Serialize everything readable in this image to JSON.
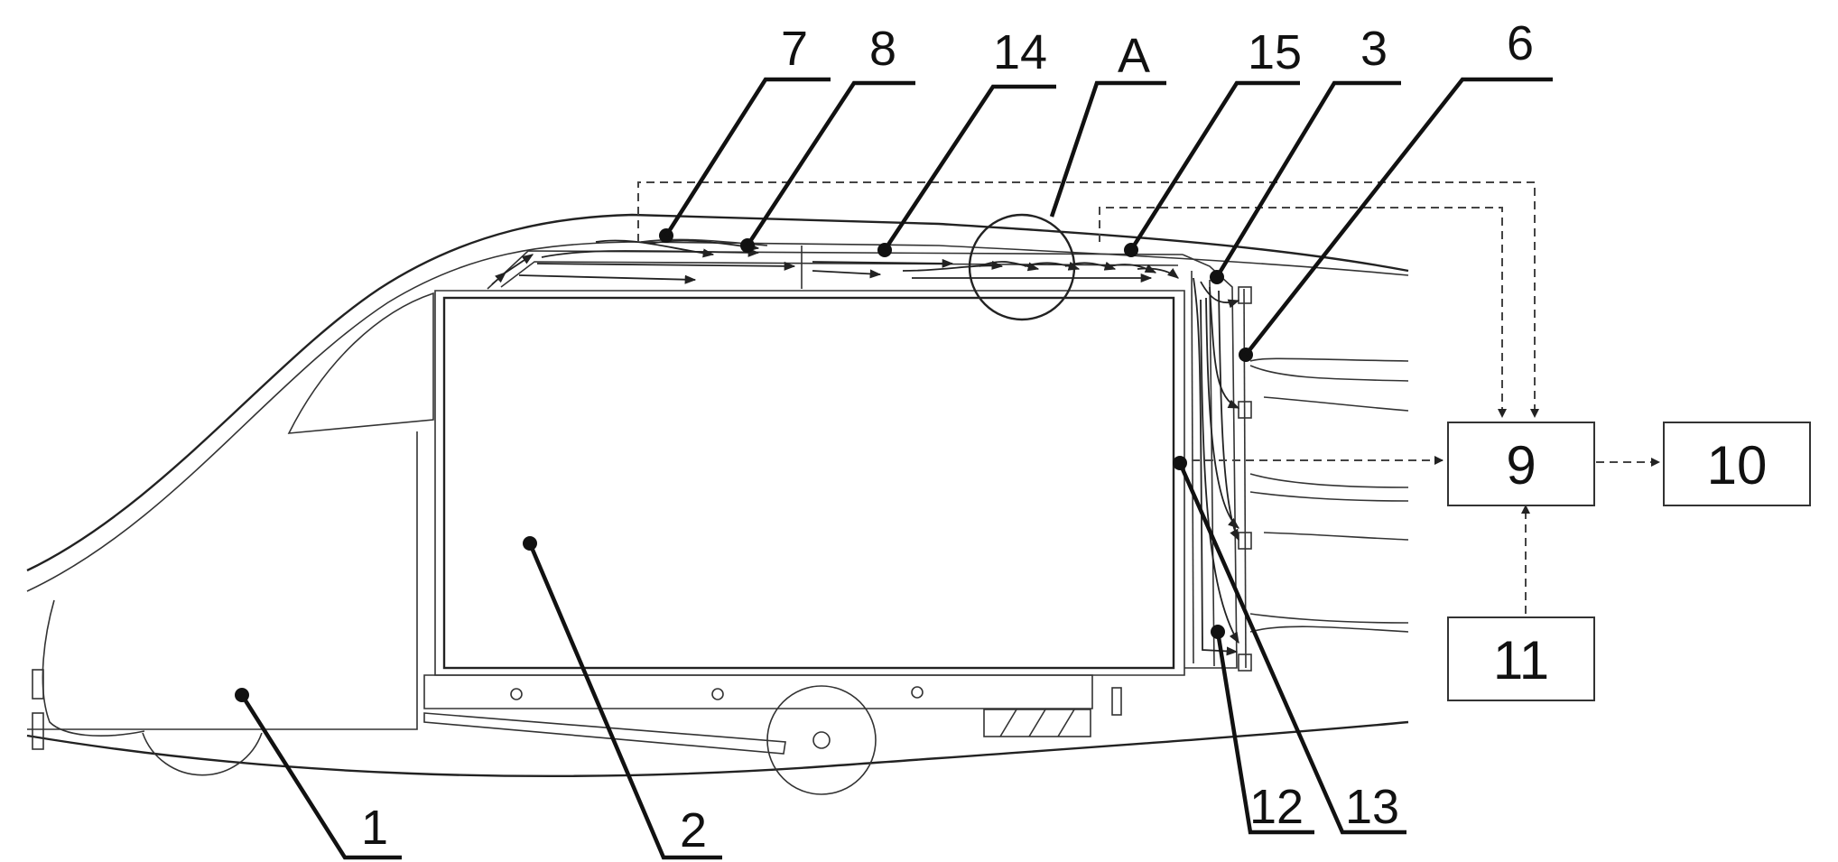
{
  "labels": {
    "l1": "1",
    "l2": "2",
    "l3": "3",
    "l6": "6",
    "l7": "7",
    "l8": "8",
    "l14": "14",
    "lA": "A",
    "l15": "15",
    "l12": "12",
    "l13": "13"
  },
  "boxes": {
    "b9": "9",
    "b10": "10",
    "b11": "11"
  }
}
